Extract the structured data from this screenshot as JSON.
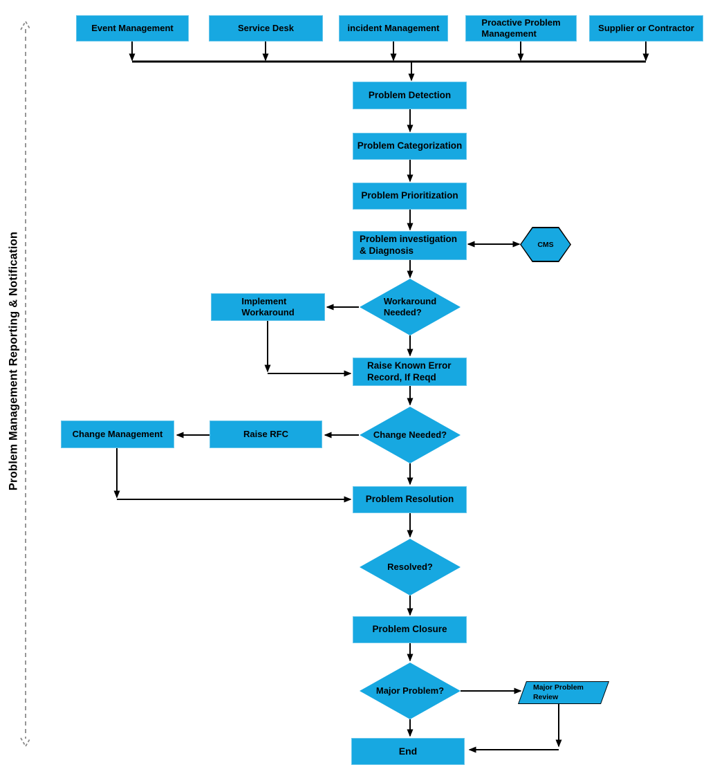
{
  "colors": {
    "node_fill": "#17a8e1",
    "arrow": "#000000",
    "dashed_line": "#8a8a8a",
    "text": "#000000"
  },
  "side_label": "Problem Management Reporting & Notification",
  "sources": [
    {
      "label": "Event Management"
    },
    {
      "label": "Service Desk"
    },
    {
      "label": "incident Management"
    },
    {
      "label": "Proactive Problem\nManagement"
    },
    {
      "label": "Supplier or Contractor"
    }
  ],
  "nodes": {
    "problem_detection": "Problem Detection",
    "problem_categorization": "Problem Categorization",
    "problem_prioritization": "Problem Prioritization",
    "problem_investigation": "Problem investigation\n& Diagnosis",
    "cms": "CMS",
    "workaround_needed": "Workaround\nNeeded?",
    "implement_workaround": "Implement\nWorkaround",
    "raise_known_error": "Raise Known Error\nRecord, If Reqd",
    "change_needed": "Change Needed?",
    "raise_rfc": "Raise RFC",
    "change_management": "Change Management",
    "problem_resolution": "Problem Resolution",
    "resolved": "Resolved?",
    "problem_closure": "Problem Closure",
    "major_problem": "Major Problem?",
    "major_problem_review": "Major Problem\nReview",
    "end": "End"
  }
}
